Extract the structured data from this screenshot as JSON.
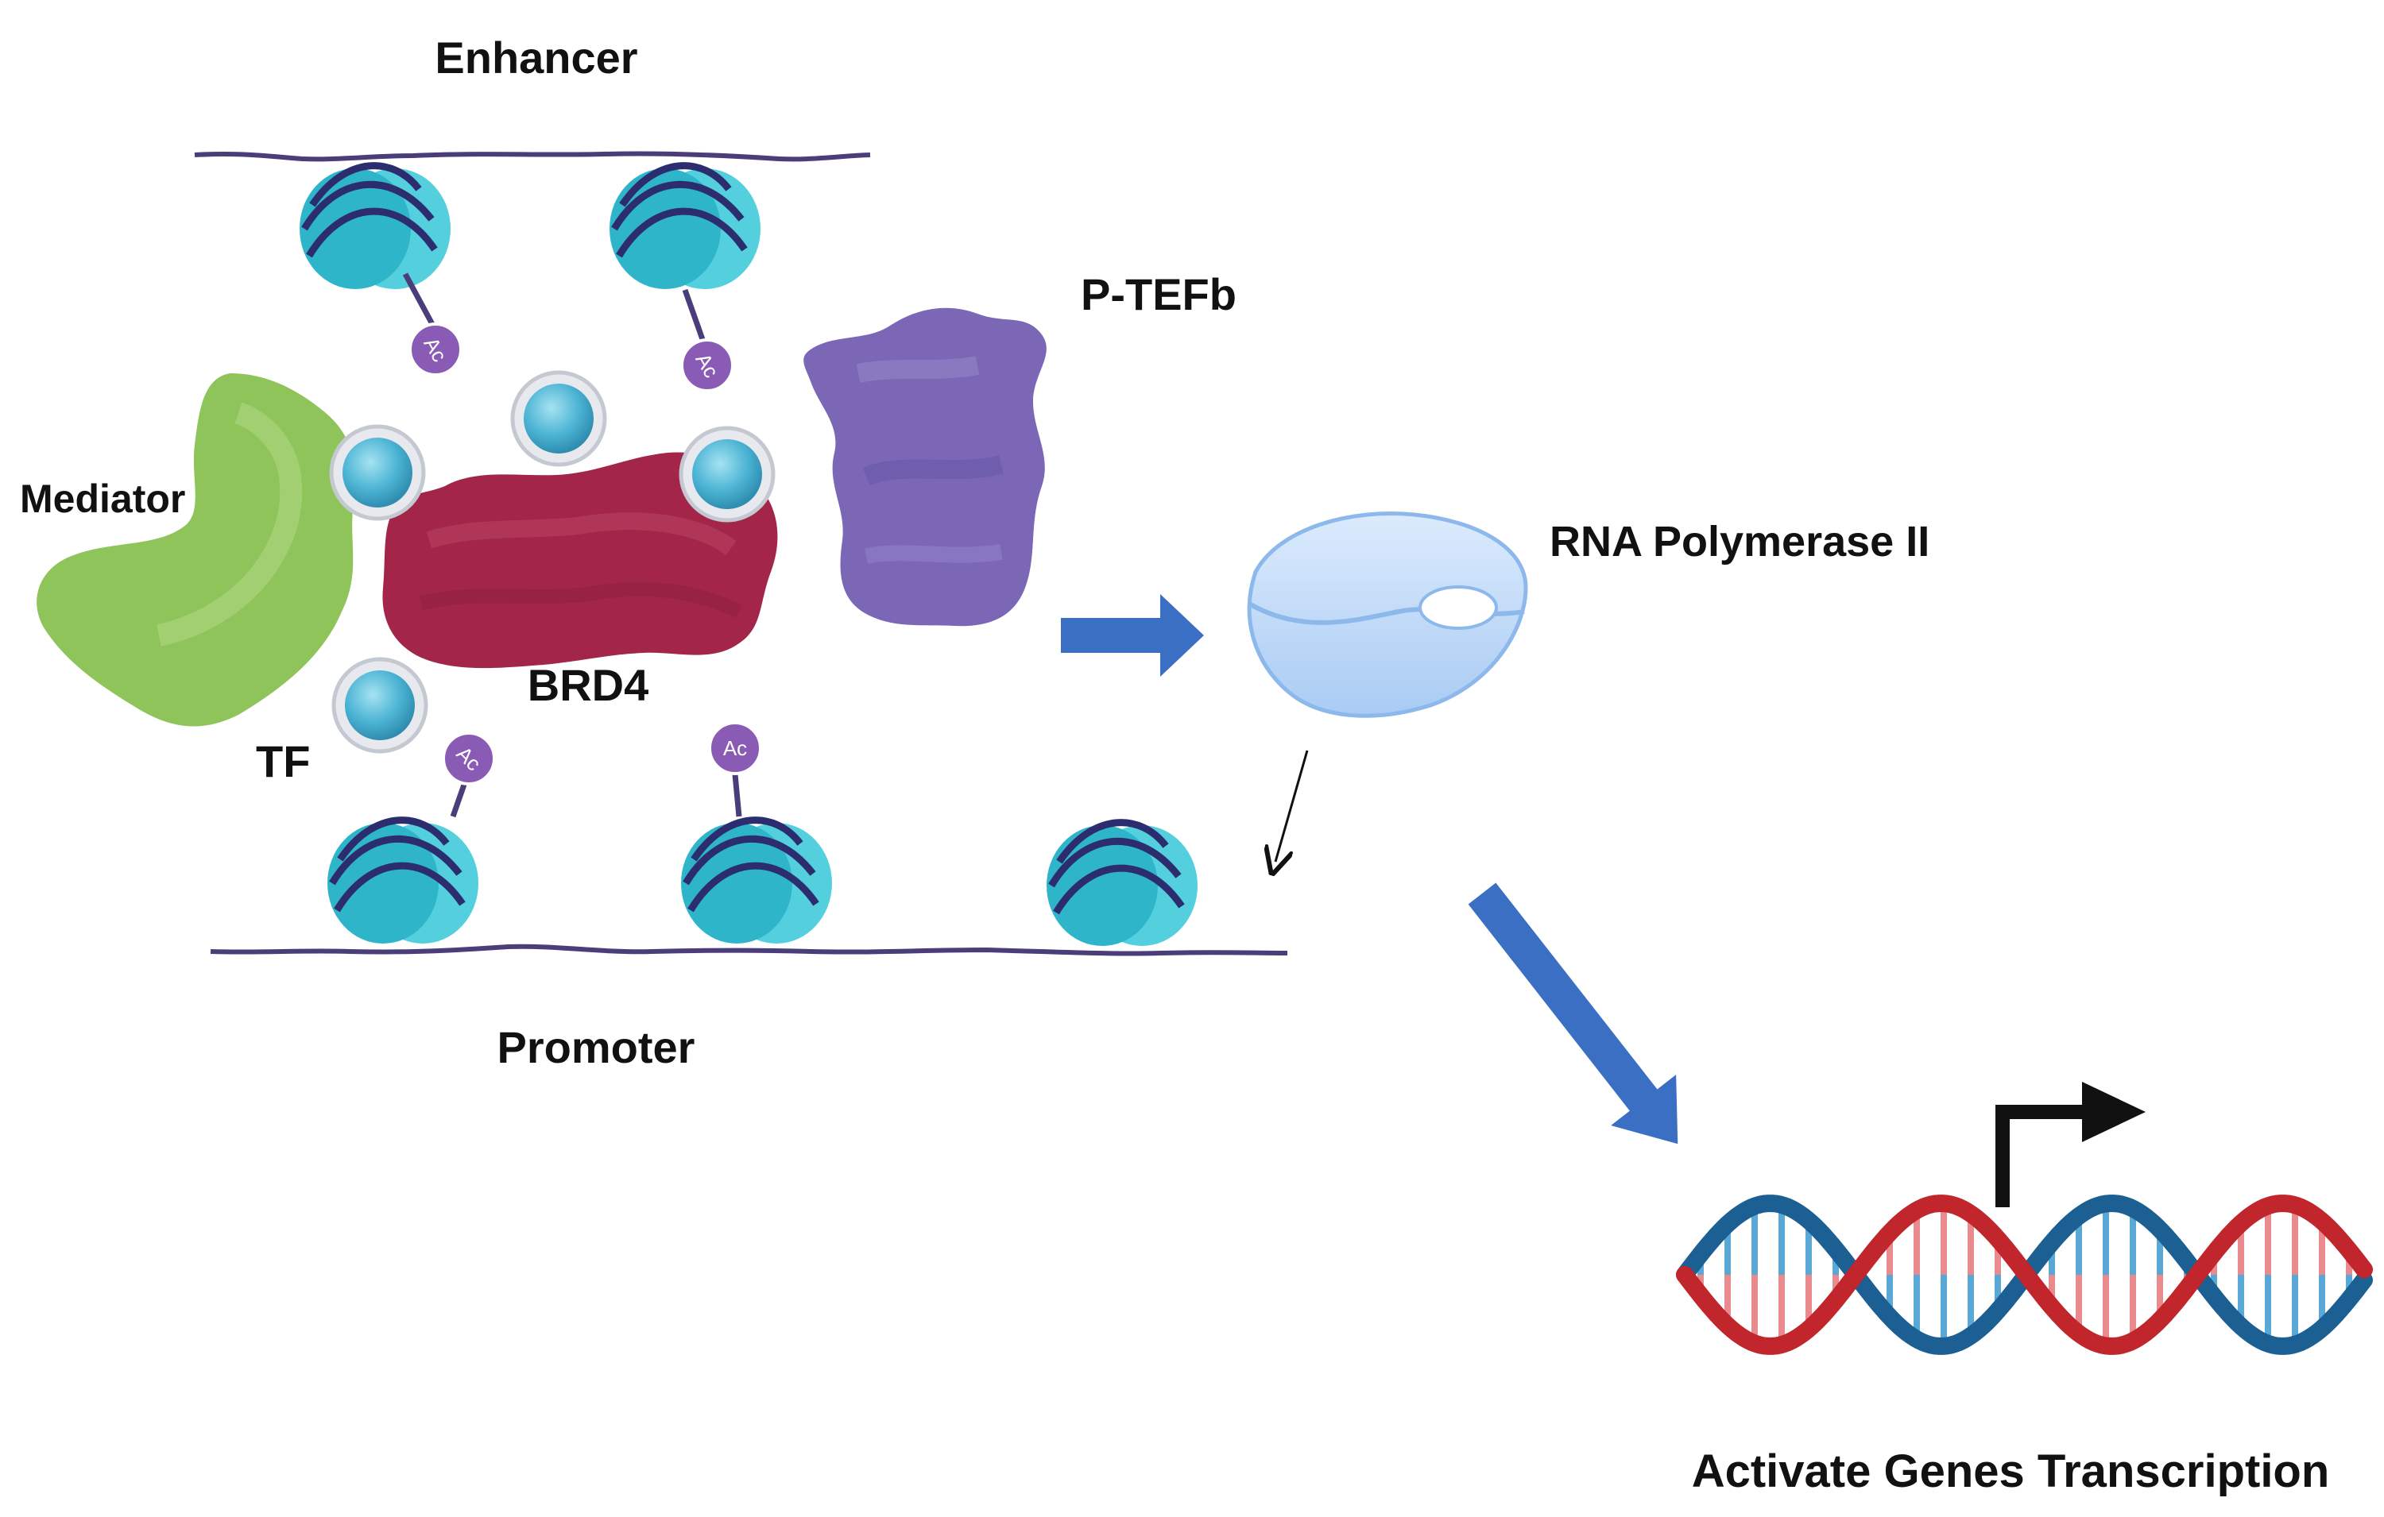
{
  "labels": {
    "enhancer": "Enhancer",
    "p_tefb": "P-TEFb",
    "mediator": "Mediator",
    "brd4": "BRD4",
    "tf": "TF",
    "rna_pol": "RNA Polymerase II",
    "promoter": "Promoter",
    "activate": "Activate Genes Transcription"
  },
  "acetyl_mark": "Ac",
  "colors": {
    "nucleosome": "#3fc3d3",
    "nucleosome_dark": "#1a8fa6",
    "dna_strand": "#4b3d7a",
    "acetyl": "#8a5bb4",
    "mediator": "#8fc45a",
    "brd4": "#a3264a",
    "p_tefb": "#7b67b6",
    "rna_pol": "#c7defa",
    "bromodomain": "#5bc0da",
    "arrow_blue": "#3a6fc4",
    "helix_red": "#c0262c",
    "helix_blue": "#1b5f93"
  },
  "icons": {
    "nucleosome": "nucleosome-icon",
    "bromodomain": "bromodomain-bead-icon",
    "acetyl": "acetyl-tag-icon",
    "dna_helix": "dna-helix-icon",
    "tss_arrow": "transcription-start-arrow-icon"
  }
}
